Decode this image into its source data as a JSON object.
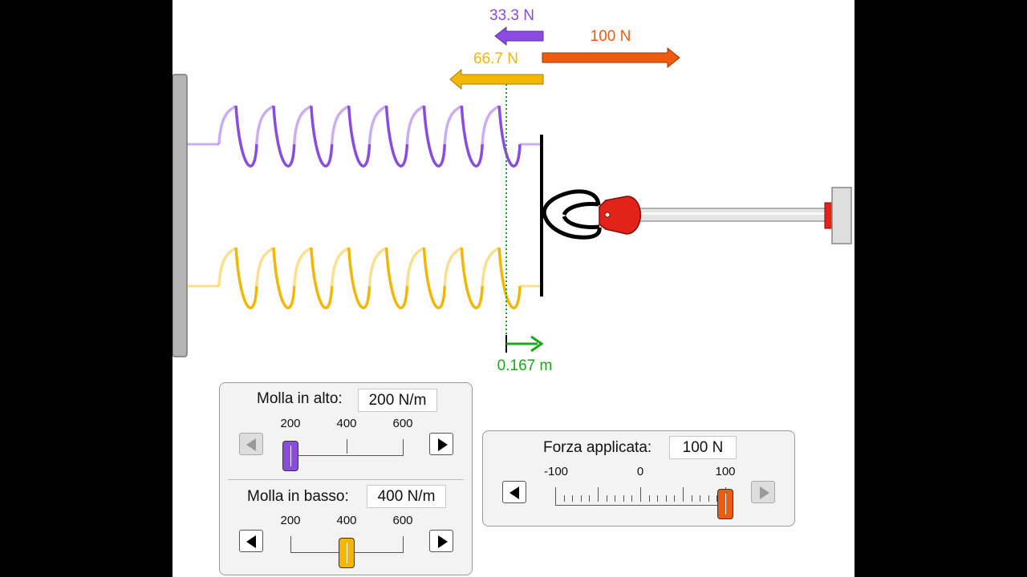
{
  "forces": {
    "top_spring": "33.3 N",
    "bottom_spring": "66.7 N",
    "applied": "100 N"
  },
  "displacement": "0.167 m",
  "springs_panel": {
    "top": {
      "label": "Molla in alto:",
      "value": "200 N/m",
      "min": 200,
      "max": 600,
      "current": 200,
      "ticks": [
        "200",
        "400",
        "600"
      ],
      "color": "#8a4be0"
    },
    "bottom": {
      "label": "Molla in basso:",
      "value": "400 N/m",
      "min": 200,
      "max": 600,
      "current": 400,
      "ticks": [
        "200",
        "400",
        "600"
      ],
      "color": "#f2b705"
    }
  },
  "force_panel": {
    "label": "Forza applicata:",
    "value": "100 N",
    "min": -100,
    "max": 100,
    "current": 100,
    "ticks": [
      "-100",
      "0",
      "100"
    ],
    "color": "#ee5a0e"
  },
  "colors": {
    "top_spring": "#8a4be0",
    "bottom_spring": "#f2b705",
    "applied_force": "#ee5a0e",
    "displacement": "#1aa81a",
    "robot_hand": "#e2231a"
  },
  "icons": {
    "decrement": "left-arrow-icon",
    "increment": "right-arrow-icon"
  }
}
